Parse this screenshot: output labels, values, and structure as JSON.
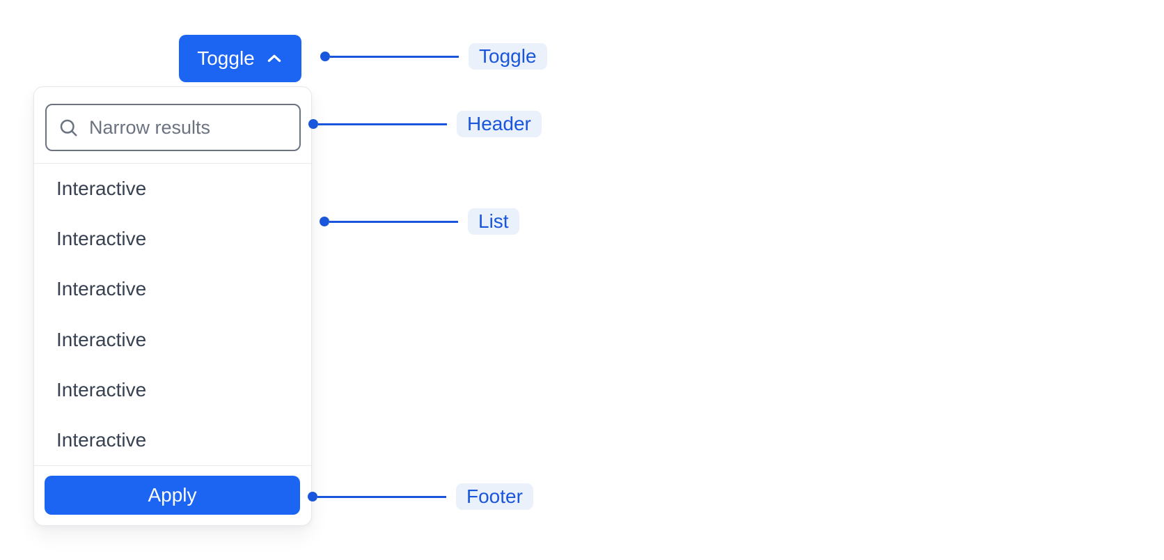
{
  "toggle": {
    "label": "Toggle",
    "icon": "chevron-up-icon"
  },
  "dropdown": {
    "header": {
      "search_placeholder": "Narrow results",
      "search_value": "",
      "search_icon": "search-icon"
    },
    "list": {
      "items": [
        "Interactive",
        "Interactive",
        "Interactive",
        "Interactive",
        "Interactive",
        "Interactive"
      ]
    },
    "footer": {
      "apply_label": "Apply"
    }
  },
  "annotations": {
    "items": [
      {
        "label": "Toggle"
      },
      {
        "label": "Header"
      },
      {
        "label": "List"
      },
      {
        "label": "Footer"
      }
    ]
  },
  "colors": {
    "primary_button": "#1C64F2",
    "button_text": "#FFFFFF",
    "annotation_blue": "#1A56DB",
    "annotation_pill_bg": "#EAF1FB",
    "panel_border": "#E5E7EB",
    "divider": "#E9EAEC",
    "input_border": "#6B7280",
    "placeholder_text": "#6B7280",
    "list_text": "#374151"
  }
}
